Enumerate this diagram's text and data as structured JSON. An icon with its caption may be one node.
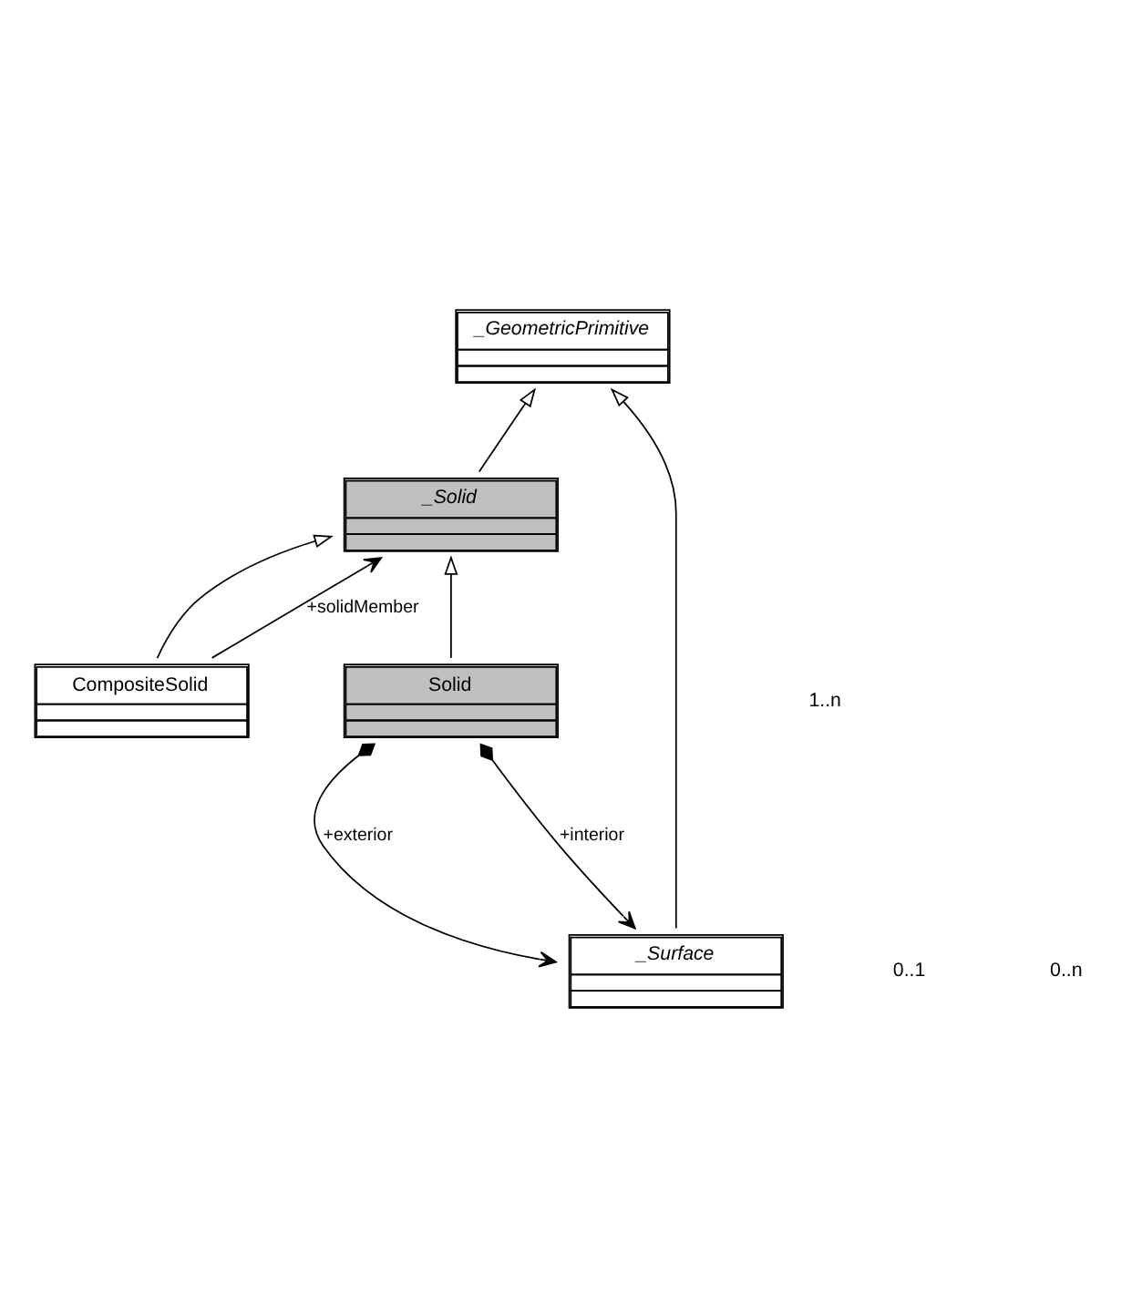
{
  "diagram": {
    "nodes": [
      {
        "text": [
          "_GeometricPrimitive"
        ]
      },
      {
        "text": [
          "_Solid"
        ]
      },
      {
        "text": [
          "CompositeSolid"
        ]
      },
      {
        "text": [
          "Solid"
        ]
      },
      {
        "text": [
          "_Surface"
        ]
      }
    ],
    "edges": [
      {
        "from": 1,
        "to": 0,
        "arrow": "to"
      },
      {
        "from": 2,
        "to": 1,
        "arrow": "to"
      },
      {
        "from": 3,
        "to": 1,
        "arrow": "to"
      },
      {
        "from": 4,
        "to": 0,
        "arrow": "to"
      },
      {
        "from": 2,
        "to": 1,
        "arrow": "to",
        "label": "+solidMember"
      },
      {
        "from": 3,
        "to": 4,
        "arrow": "to",
        "label": "+exterior"
      },
      {
        "from": 3,
        "to": 4,
        "arrow": "to",
        "label": "+interior"
      }
    ],
    "labels": [
      "1..n",
      "0..1",
      "0..n"
    ]
  }
}
